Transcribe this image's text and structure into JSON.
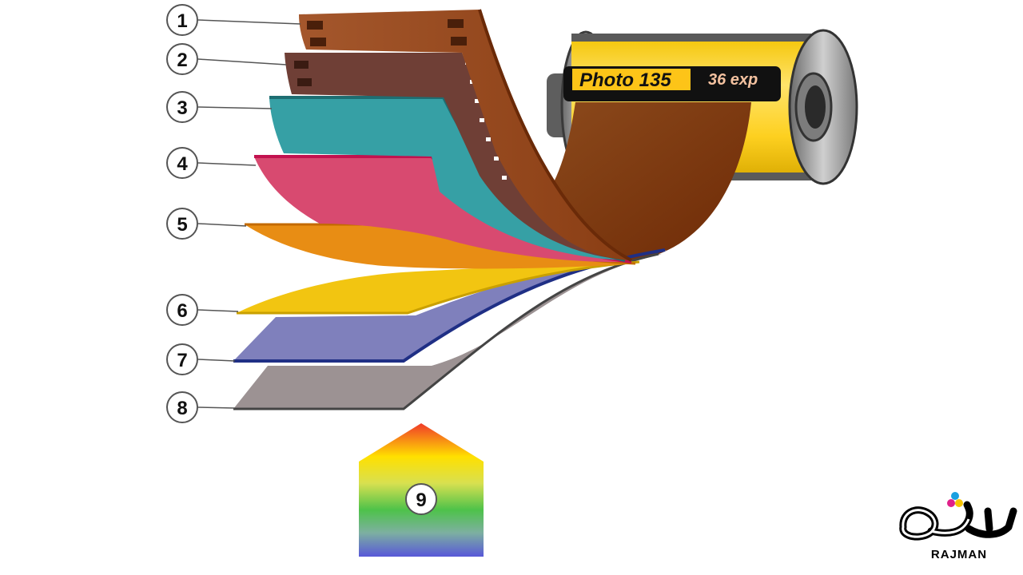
{
  "callouts": {
    "c1": "1",
    "c2": "2",
    "c3": "3",
    "c4": "4",
    "c5": "5",
    "c6": "6",
    "c7": "7",
    "c8": "8",
    "c9": "9"
  },
  "canister": {
    "brand": "Photo 135",
    "exposures": "36 exp"
  },
  "watermark": {
    "latin": "RAJMAN",
    "persian": "راژمان"
  },
  "colors": {
    "film_base": "#7a3a14",
    "layer_brown": "#6f3f36",
    "layer_teal": "#36a0a5",
    "layer_pink": "#d84a70",
    "layer_orange": "#e88d14",
    "layer_yellow": "#f2c511",
    "layer_blue": "#7f80bc",
    "layer_gray": "#9c9293",
    "canister_yellow": "#fdd020"
  }
}
